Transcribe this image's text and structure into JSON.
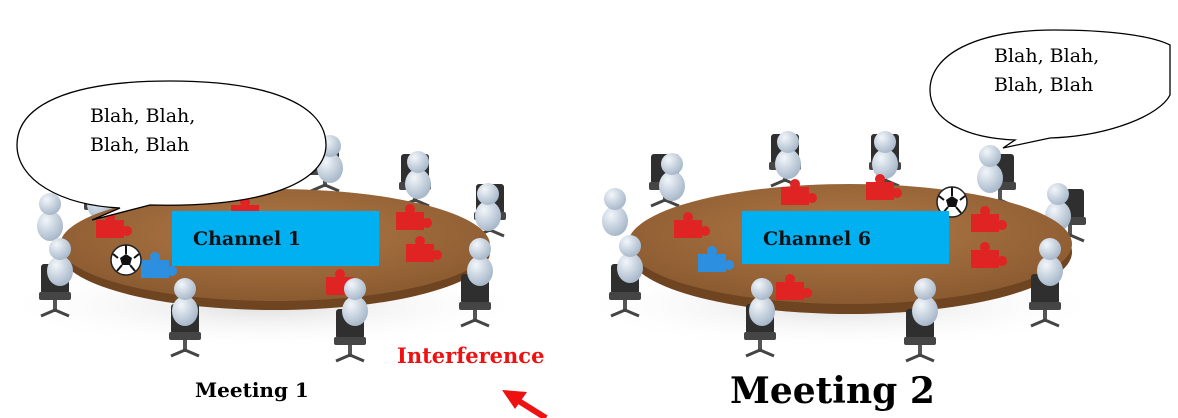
{
  "meeting1": {
    "speech": [
      "Blah, Blah,",
      "Blah, Blah"
    ],
    "channel": "Channel 1",
    "label": "Meeting 1"
  },
  "meeting2": {
    "speech": [
      "Blah, Blah,",
      "Blah, Blah"
    ],
    "channel": "Channel 6",
    "label": "Meeting 2"
  },
  "interference": {
    "label": "Interference",
    "color": "#ee1111"
  },
  "colors": {
    "channel_box": "#00b0f0",
    "table_top": "#9a6537",
    "table_edge": "#6f4420",
    "figure": "#c9d6e4",
    "chair": "#3a3a3a",
    "puzzle_red": "#e02424",
    "puzzle_blue": "#2d8fe0"
  },
  "icons": [
    "soccer-ball-icon",
    "puzzle-piece-icon",
    "person-figure-icon",
    "office-chair-icon",
    "red-arrow-icon"
  ]
}
